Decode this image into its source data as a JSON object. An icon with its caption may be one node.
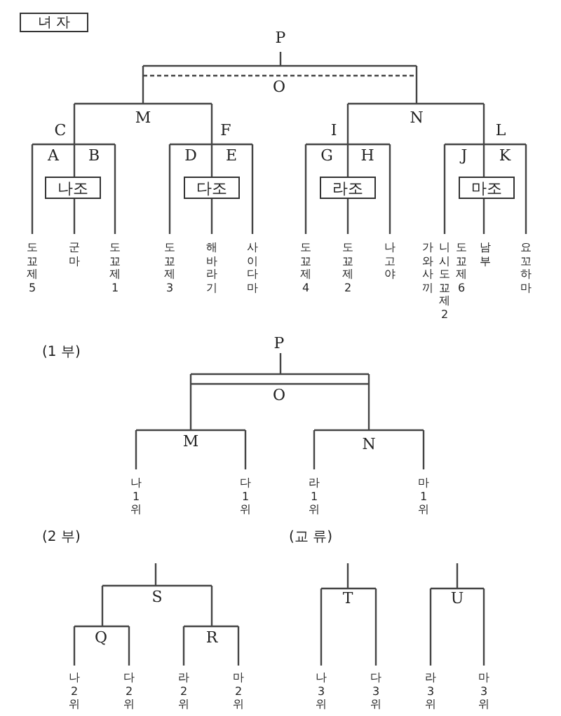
{
  "diagram": {
    "nodes": [
      {
        "text": [
          "녀 자"
        ]
      },
      {
        "text": [
          "나조"
        ]
      },
      {
        "text": [
          "다조"
        ]
      },
      {
        "text": [
          "라조"
        ]
      },
      {
        "text": [
          "마조"
        ]
      }
    ],
    "labels": [
      "P",
      "O",
      "M",
      "N",
      "C",
      "F",
      "I",
      "L",
      "A",
      "B",
      "D",
      "E",
      "G",
      "H",
      "J",
      "K",
      "도꾜제5",
      "군마",
      "도꾜제1",
      "도꾜제3",
      "해바라기",
      "사이다마",
      "도꾜제4",
      "도꾜제2",
      "나고야",
      "가와사끼",
      "니시도꾜제2",
      "도꾜제6",
      "남부",
      "요꼬하마",
      "(1 부)",
      "P",
      "O",
      "M",
      "N",
      "나1위",
      "다1위",
      "라1위",
      "마1위",
      "(2 부)",
      "(교 류)",
      "S",
      "T",
      "U",
      "Q",
      "R",
      "나2위",
      "다2위",
      "라2위",
      "마2위",
      "나3위",
      "다3위",
      "라3위",
      "마3위"
    ]
  }
}
